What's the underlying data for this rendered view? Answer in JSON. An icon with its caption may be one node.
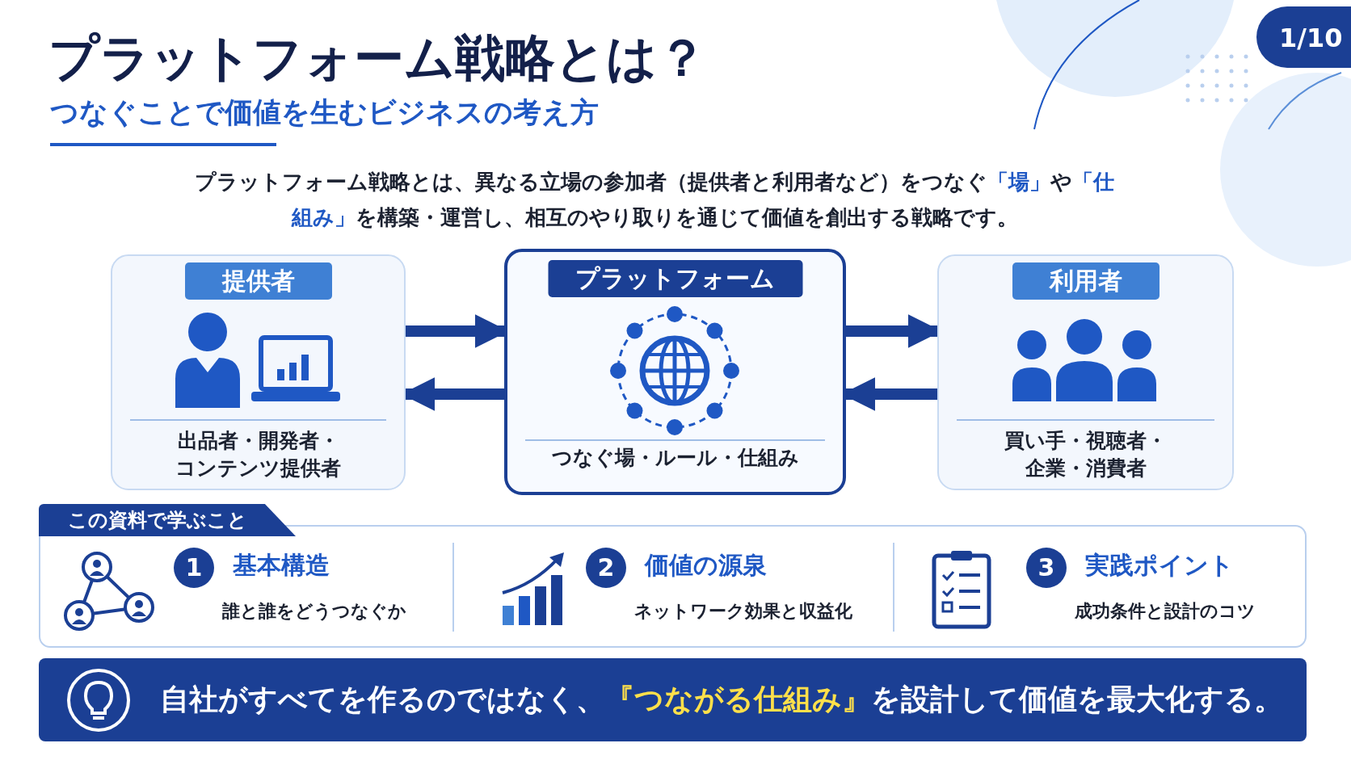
{
  "diagram": {
    "title": "プラットフォーム戦略とは？",
    "nodes": [
      {
        "text": [
          "提供者",
          "出品者・開発者・コンテンツ提供者"
        ]
      },
      {
        "text": [
          "プラットフォーム",
          "つなぐ場・ルール・仕組み"
        ]
      },
      {
        "text": [
          "利用者",
          "買い手・視聴者・企業・消費者"
        ]
      },
      {
        "text": [
          "この資料で学ぶこと"
        ]
      },
      {
        "text": [
          "1",
          "基本構造",
          "誰と誰をどうつなぐか"
        ],
        "in": 3
      },
      {
        "text": [
          "2",
          "価値の源泉",
          "ネットワーク効果と収益化"
        ],
        "in": 3
      },
      {
        "text": [
          "3",
          "実践ポイント",
          "成功条件と設計のコツ"
        ],
        "in": 3
      },
      {
        "text": [
          "自社がすべてを作るのではなく、**『つながる仕組み』**を設計して価値を最大化する。"
        ]
      }
    ],
    "edges": [
      {
        "from": 0,
        "to": 1,
        "arrow": "to"
      },
      {
        "from": 1,
        "to": 0,
        "arrow": "to"
      },
      {
        "from": 1,
        "to": 2,
        "arrow": "to"
      },
      {
        "from": 2,
        "to": 1,
        "arrow": "to"
      }
    ],
    "labels": [
      "1/10",
      "つなぐことで価値を生むビジネスの考え方",
      "プラットフォーム戦略とは、異なる立場の参加者（提供者と利用者など）をつなぐ**「場」**や**「仕組み」**を構築・運営し、相互のやり取りを通じて価値を創出する戦略です。"
    ]
  }
}
